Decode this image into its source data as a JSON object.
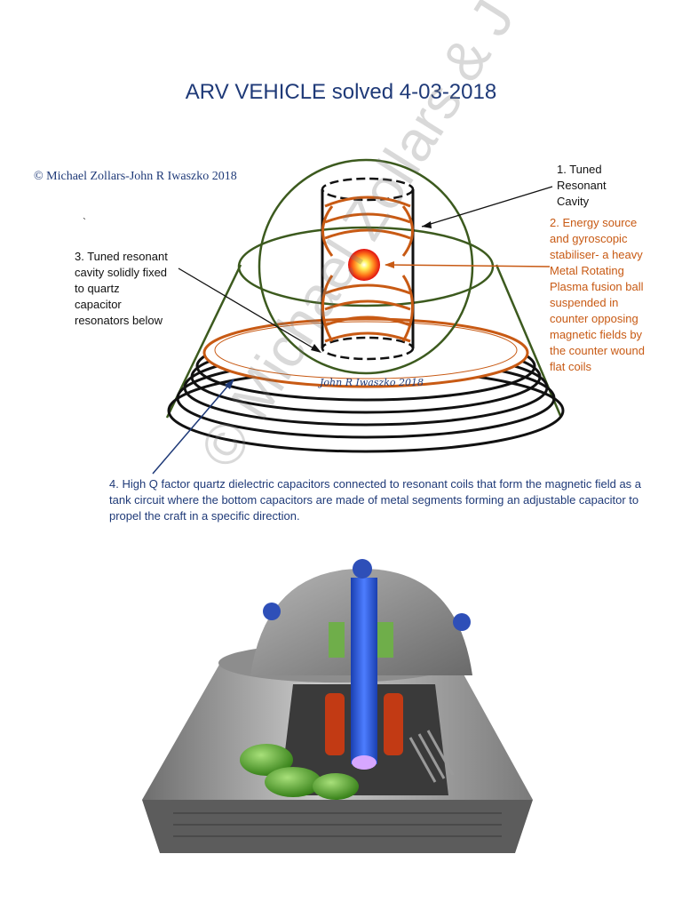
{
  "title": "ARV VEHICLE solved 4-03-2018",
  "copyright": "© Michael Zollars-John R Iwaszko 2018",
  "signature": "John R Iwaszko 2018",
  "tick_mark": "`",
  "labels": {
    "l1": "1. Tuned\nResonant\nCavity",
    "l2": "2. Energy source\nand gyroscopic\nstabiliser- a heavy\nMetal Rotating\nPlasma fusion ball\nsuspended in\ncounter opposing\nmagnetic fields by\nthe counter wound\nflat coils",
    "l3": "3. Tuned resonant\ncavity solidly fixed\nto quartz\ncapacitor\nresonators below",
    "l4": "4. High Q factor quartz dielectric capacitors connected to resonant coils that form the magnetic field as a tank circuit where the bottom capacitors are made of metal segments forming an adjustable capacitor to propel the craft in a specific direction."
  },
  "colors": {
    "title_blue": "#1f3a78",
    "coil_orange": "#c85a14",
    "sphere_green": "#3c5a1e",
    "hull_gray": "#9a9a9a"
  }
}
